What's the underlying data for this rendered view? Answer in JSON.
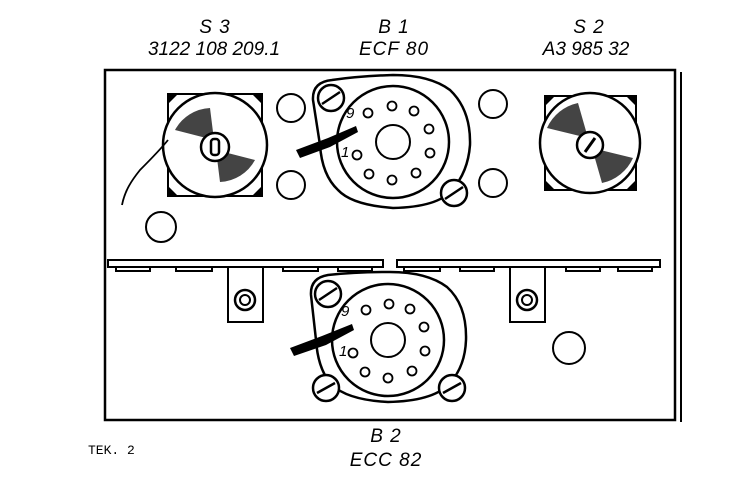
{
  "components": {
    "s3": {
      "designator": "S 3",
      "part_number": "3122  108  209.1"
    },
    "b1": {
      "designator": "B 1",
      "part_number": "ECF 80",
      "pin_first": "1",
      "pin_last": "9"
    },
    "s2": {
      "designator": "S 2",
      "part_number": "A3 985  32"
    },
    "b2": {
      "designator": "B 2",
      "part_number": "ECC 82",
      "pin_first": "1",
      "pin_last": "9"
    }
  },
  "caption": "TEK. 2"
}
